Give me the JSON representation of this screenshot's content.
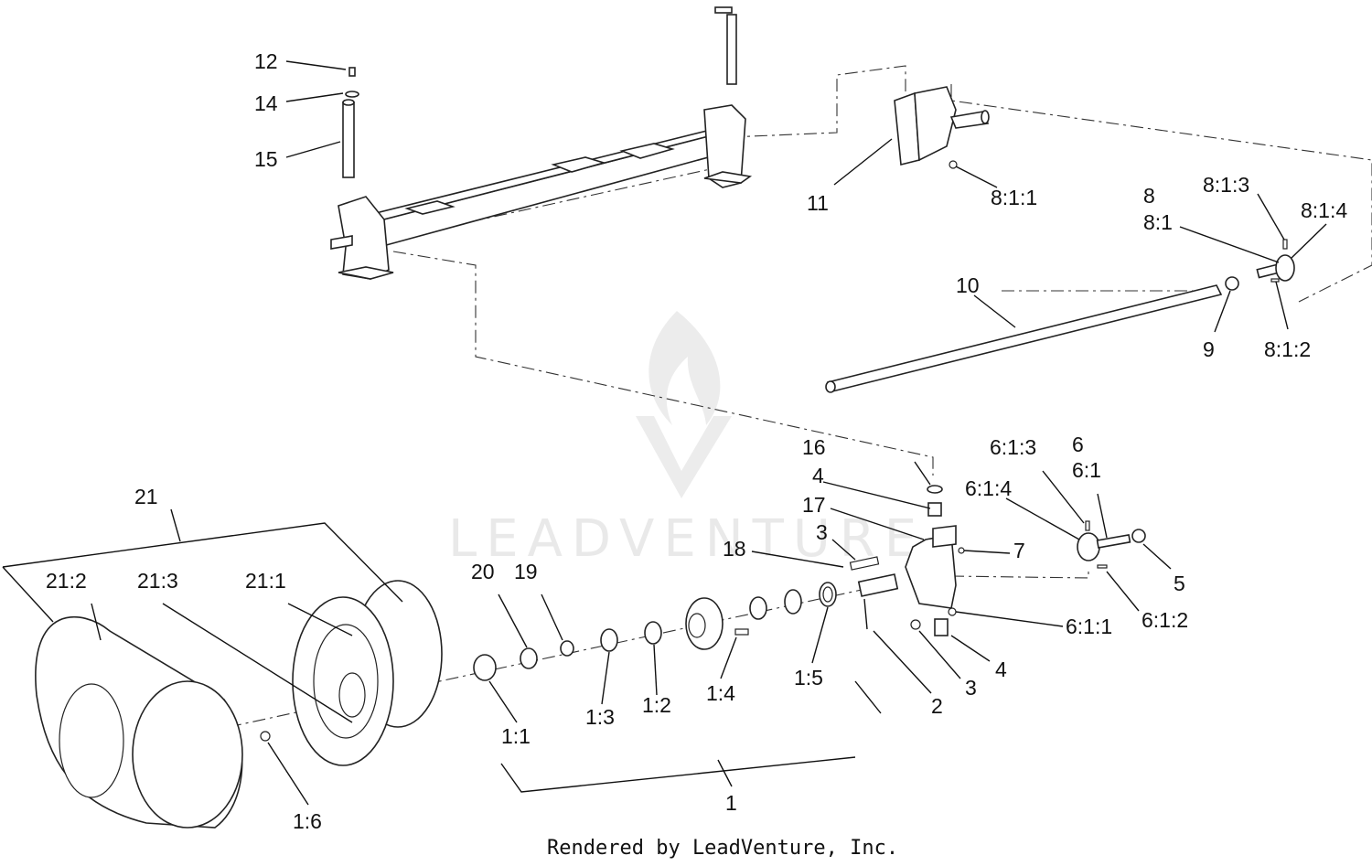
{
  "watermark": {
    "brand": "LEADVENTURE"
  },
  "credit": "Rendered by LeadVenture, Inc.",
  "callouts": {
    "c12": "12",
    "c14": "14",
    "c15": "15",
    "c11": "11",
    "c811": "8:1:1",
    "c8": "8",
    "c81": "8:1",
    "c813": "8:1:3",
    "c814": "8:1:4",
    "c10": "10",
    "c9": "9",
    "c812": "8:1:2",
    "c16": "16",
    "c4a": "4",
    "c17": "17",
    "c3a": "3",
    "c18": "18",
    "c7": "7",
    "c613": "6:1:3",
    "c6": "6",
    "c61": "6:1",
    "c614": "6:1:4",
    "c5": "5",
    "c611": "6:1:1",
    "c612": "6:1:2",
    "c4b": "4",
    "c3b": "3",
    "c2": "2",
    "c21": "21",
    "c212": "21:2",
    "c213": "21:3",
    "c211": "21:1",
    "c20": "20",
    "c19": "19",
    "c13": "1:3",
    "c12b": "1:2",
    "c14b": "1:4",
    "c15b": "1:5",
    "c11b": "1:1",
    "c16b": "1:6",
    "c1": "1"
  }
}
